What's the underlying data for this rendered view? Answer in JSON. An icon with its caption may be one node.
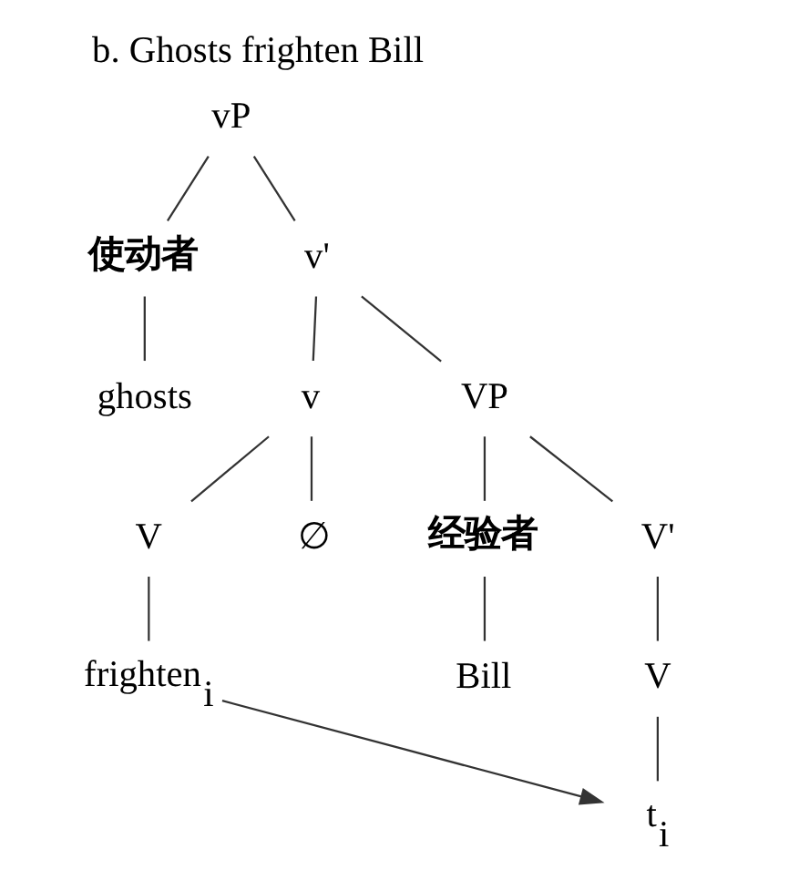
{
  "diagram": {
    "title": "b. Ghosts frighten Bill",
    "nodes": [
      {
        "text": [
          "vP"
        ]
      },
      {
        "text": [
          "使动者"
        ]
      },
      {
        "text": [
          "v'"
        ]
      },
      {
        "text": [
          "ghosts"
        ]
      },
      {
        "text": [
          "v"
        ]
      },
      {
        "text": [
          "VP"
        ]
      },
      {
        "text": [
          "V"
        ]
      },
      {
        "text": [
          "∅"
        ]
      },
      {
        "text": [
          "经验者"
        ]
      },
      {
        "text": [
          "V'"
        ]
      },
      {
        "text": [
          "frighten$_{i}$"
        ]
      },
      {
        "text": [
          "Bill"
        ]
      },
      {
        "text": [
          "V"
        ]
      },
      {
        "text": [
          "t$_{i}$"
        ]
      }
    ],
    "edges": [
      {
        "from": 0,
        "to": 1,
        "arrow": "none"
      },
      {
        "from": 0,
        "to": 2,
        "arrow": "none"
      },
      {
        "from": 1,
        "to": 3,
        "arrow": "none"
      },
      {
        "from": 2,
        "to": 4,
        "arrow": "none"
      },
      {
        "from": 2,
        "to": 5,
        "arrow": "none"
      },
      {
        "from": 4,
        "to": 6,
        "arrow": "none"
      },
      {
        "from": 4,
        "to": 7,
        "arrow": "none"
      },
      {
        "from": 5,
        "to": 8,
        "arrow": "none"
      },
      {
        "from": 5,
        "to": 9,
        "arrow": "none"
      },
      {
        "from": 6,
        "to": 10,
        "arrow": "none"
      },
      {
        "from": 8,
        "to": 11,
        "arrow": "none"
      },
      {
        "from": 9,
        "to": 12,
        "arrow": "none"
      },
      {
        "from": 12,
        "to": 13,
        "arrow": "none"
      },
      {
        "from": 10,
        "to": 13,
        "arrow": "to"
      }
    ]
  }
}
